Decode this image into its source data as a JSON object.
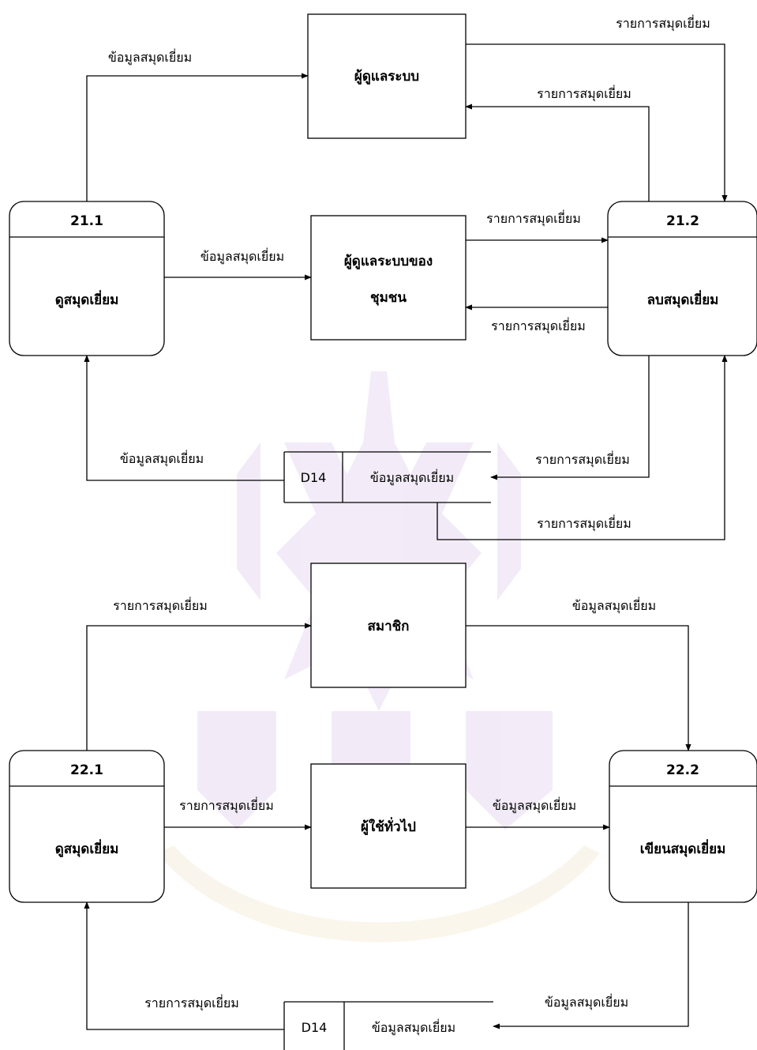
{
  "labels": {
    "data_info": "ข้อมูลสมุดเยี่ยม",
    "list": "รายการสมุดเยี่ยม"
  },
  "entities": {
    "admin": "ผู้ดูแลระบบ",
    "community_admin_line1": "ผู้ดูแลระบบของ",
    "community_admin_line2": "ชุมชน",
    "member": "สมาชิก",
    "general_user": "ผู้ใช้ทั่วไป"
  },
  "processes": {
    "p21_1": {
      "id": "21.1",
      "name": "ดูสมุดเยี่ยม"
    },
    "p21_2": {
      "id": "21.2",
      "name": "ลบสมุดเยี่ยม"
    },
    "p22_1": {
      "id": "22.1",
      "name": "ดูสมุดเยี่ยม"
    },
    "p22_2": {
      "id": "22.2",
      "name": "เขียนสมุดเยี่ยม"
    }
  },
  "datastores": {
    "top": {
      "id": "D14",
      "name": "ข้อมูลสมุดเยี่ยม"
    },
    "bottom": {
      "id": "D14",
      "name": "ข้อมูลสมุดเยี่ยม"
    }
  }
}
